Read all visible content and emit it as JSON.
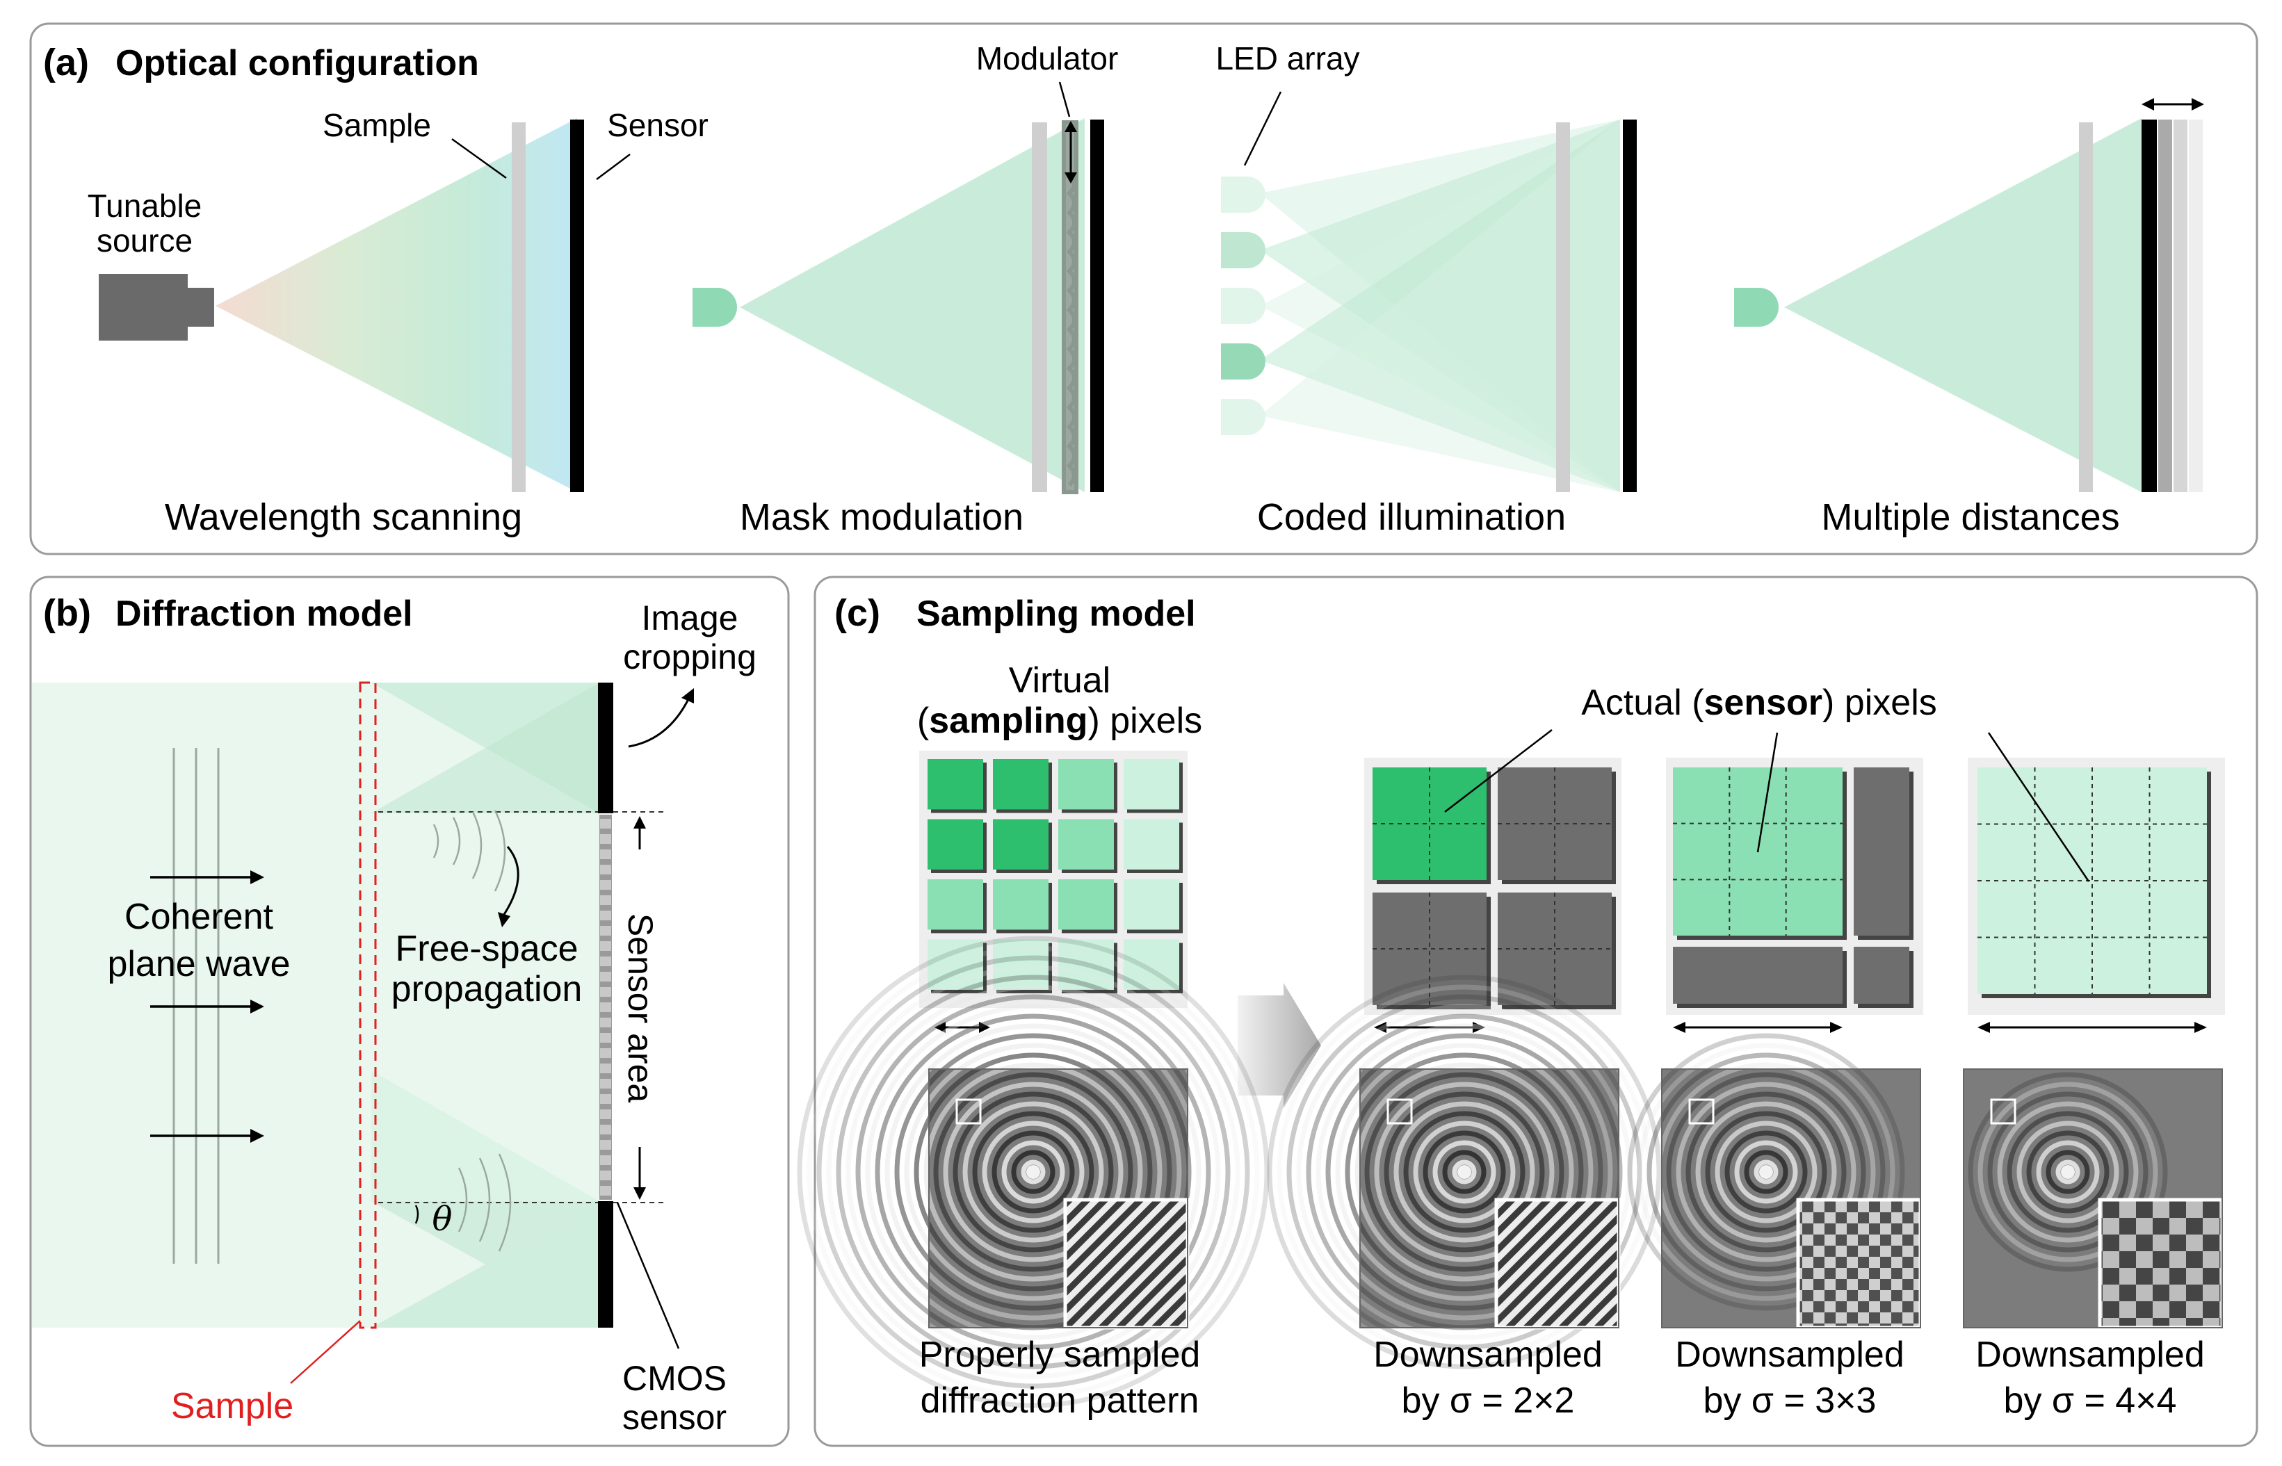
{
  "panel_a": {
    "label": "(a)",
    "title": "Optical configuration",
    "sub1": {
      "caption": "Wavelength scanning",
      "source_label_1": "Tunable",
      "source_label_2": "source",
      "sample_label": "Sample",
      "sensor_label": "Sensor"
    },
    "sub2": {
      "caption": "Mask modulation",
      "modulator_label": "Modulator"
    },
    "sub3": {
      "caption": "Coded illumination",
      "led_label": "LED array"
    },
    "sub4": {
      "caption": "Multiple distances"
    }
  },
  "panel_b": {
    "label": "(b)",
    "title": "Diffraction model",
    "wave_label_1": "Coherent",
    "wave_label_2": "plane wave",
    "prop_label_1": "Free-space",
    "prop_label_2": "propagation",
    "crop_label_1": "Image",
    "crop_label_2": "cropping",
    "sensor_area_label": "Sensor area",
    "cmos_label_1": "CMOS",
    "cmos_label_2": "sensor",
    "sample_label": "Sample",
    "angle_symbol": "θ"
  },
  "panel_c": {
    "label": "(c)",
    "title": "Sampling model",
    "virtual_label_1": "Virtual",
    "virtual_label_2_pre": "(",
    "virtual_label_2_bold": "sampling",
    "virtual_label_2_post": ") pixels",
    "actual_label_pre": "Actual (",
    "actual_label_bold": "sensor",
    "actual_label_post": ") pixels",
    "captions": [
      {
        "line1": "Properly sampled",
        "line2": "diffraction pattern"
      },
      {
        "line1": "Downsampled",
        "line2": "by σ = 2×2"
      },
      {
        "line1": "Downsampled",
        "line2": "by σ = 3×3"
      },
      {
        "line1": "Downsampled",
        "line2": "by σ = 4×4"
      }
    ]
  },
  "colors": {
    "green_dark": "#2ebf6e",
    "green_mid": "#8ae0b3",
    "green_light": "#ccf2df",
    "green_beam": "#bfe9d3",
    "gray_pixel": "#6e6e6e",
    "panel_border": "#9a9a9a",
    "sample_red": "#e02020"
  }
}
